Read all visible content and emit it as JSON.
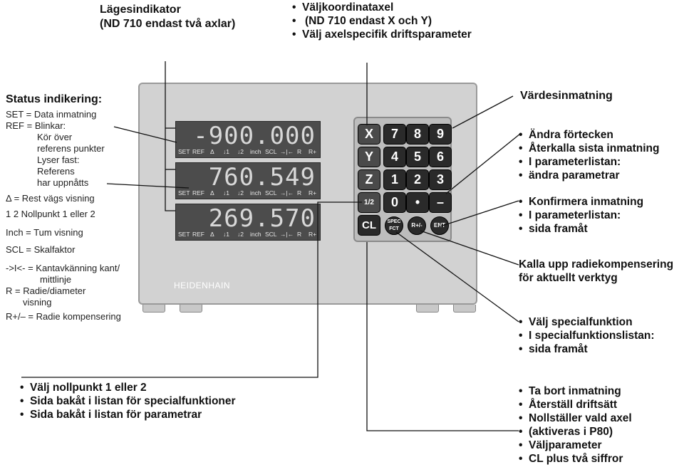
{
  "top_left": {
    "line1": "Lägesindikator",
    "line2": "(ND 710 endast två axlar)"
  },
  "top_right": {
    "items": [
      "Väljkoordinataxel",
      "(ND 710 endast X och Y)",
      "Välj axelspecifik driftsparameter"
    ]
  },
  "status": {
    "title": "Status indikering:",
    "rows": [
      "SET =  Data inmatning",
      "REF =  Blinkar:",
      "Kör över",
      "referens punkter",
      "Lyser fast:",
      "Referens",
      "har uppnåtts",
      "Δ  = Rest vägs visning",
      "1  2  Nollpunkt 1 eller 2",
      "Inch = Tum visning",
      "SCL = Skalfaktor",
      "->I<- = Kantavkänning kant/",
      "mittlinje",
      "R = Radie/diameter",
      "visning",
      "R+/– = Radie kompensering"
    ]
  },
  "displays": [
    {
      "value": "-900.000"
    },
    {
      "value": "760.549"
    },
    {
      "value": "269.570"
    }
  ],
  "indicators": [
    "SET",
    "REF",
    "Δ",
    "↓1",
    "↓2",
    "inch",
    "SCL",
    "→|←",
    "R",
    "R+"
  ],
  "brand": "HEIDENHAIN",
  "keys": {
    "axes": [
      "X",
      "Y",
      "Z"
    ],
    "num_row1": [
      "7",
      "8",
      "9"
    ],
    "num_row2": [
      "4",
      "5",
      "6"
    ],
    "num_row3": [
      "1",
      "2",
      "3"
    ],
    "zero": "0",
    "dot": "•",
    "minus": "–",
    "datum": "1/2",
    "cl": "CL",
    "spec": "SPEC FCT",
    "rpm": "R+/-",
    "ent": "ENT"
  },
  "right": {
    "value_entry": "Värdesinmatning",
    "group1": [
      "Ändra förtecken",
      "Återkalla sista inmatning",
      "I parameterlistan:",
      "ändra parametrar"
    ],
    "group2": [
      "Konfirmera inmatning",
      "I parameterlistan:",
      "sida framåt"
    ],
    "radius": [
      "Kalla upp radiekompensering",
      "för aktuellt verktyg"
    ],
    "group3": [
      "Välj specialfunktion",
      "I specialfunktionslistan:",
      "sida framåt"
    ],
    "group4": [
      "Ta bort inmatning",
      "Återställ driftsätt",
      "Nollställer vald axel",
      "(aktiveras i   P80)",
      "Väljparameter",
      "CL plus två siffror"
    ]
  },
  "bottom_left": {
    "items": [
      "Välj nollpunkt 1 eller 2",
      "Sida bakåt i listan för specialfunktioner",
      "Sida bakåt i listan för parametrar"
    ]
  }
}
